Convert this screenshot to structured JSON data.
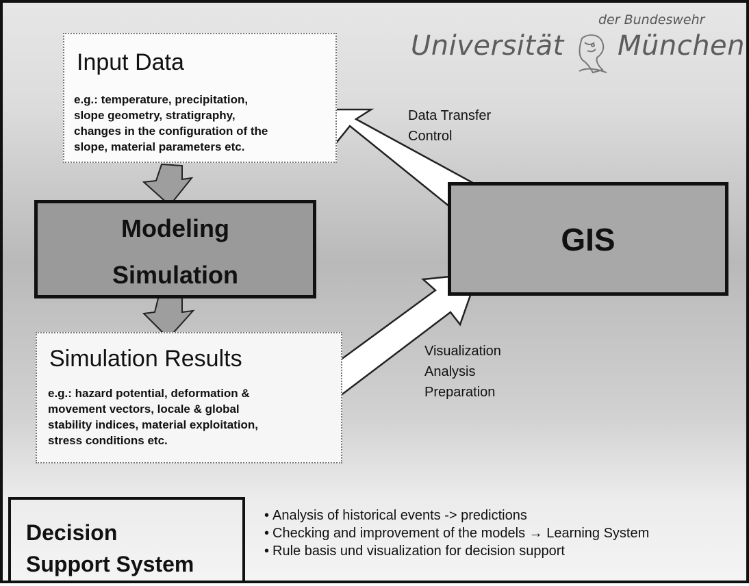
{
  "logo": {
    "small_text": "der Bundeswehr",
    "left_text": "Universität",
    "right_text": "München"
  },
  "input_data": {
    "title": "Input Data",
    "description_lines": [
      "e.g.: temperature, precipitation,",
      "slope geometry, stratigraphy,",
      "changes in the configuration of the",
      "slope, material parameters etc."
    ]
  },
  "modeling": {
    "line1": "Modeling",
    "line2": "Simulation"
  },
  "gis": {
    "label": "GIS"
  },
  "simulation_results": {
    "title": "Simulation Results",
    "description_lines": [
      "e.g.: hazard potential, deformation &",
      "movement vectors, locale & global",
      "stability indices, material exploitation,",
      "stress conditions etc."
    ]
  },
  "arrow_labels": {
    "transfer": [
      "Data Transfer",
      "Control"
    ],
    "visualization": [
      "Visualization",
      "Analysis",
      "Preparation"
    ]
  },
  "decision_support": {
    "line1": "Decision",
    "line2": "Support System",
    "bullet_char": "•",
    "bullets": [
      "Analysis of historical events -> predictions",
      "Checking and improvement of the models → Learning System",
      "Rule basis und visualization for decision support"
    ]
  },
  "colors": {
    "box_dark_fill": "#9a9a9a",
    "gis_fill": "#a8a8a8",
    "light_box_fill": "#fbfbfb",
    "border": "#111111",
    "logo_text": "#5c5c5c"
  }
}
